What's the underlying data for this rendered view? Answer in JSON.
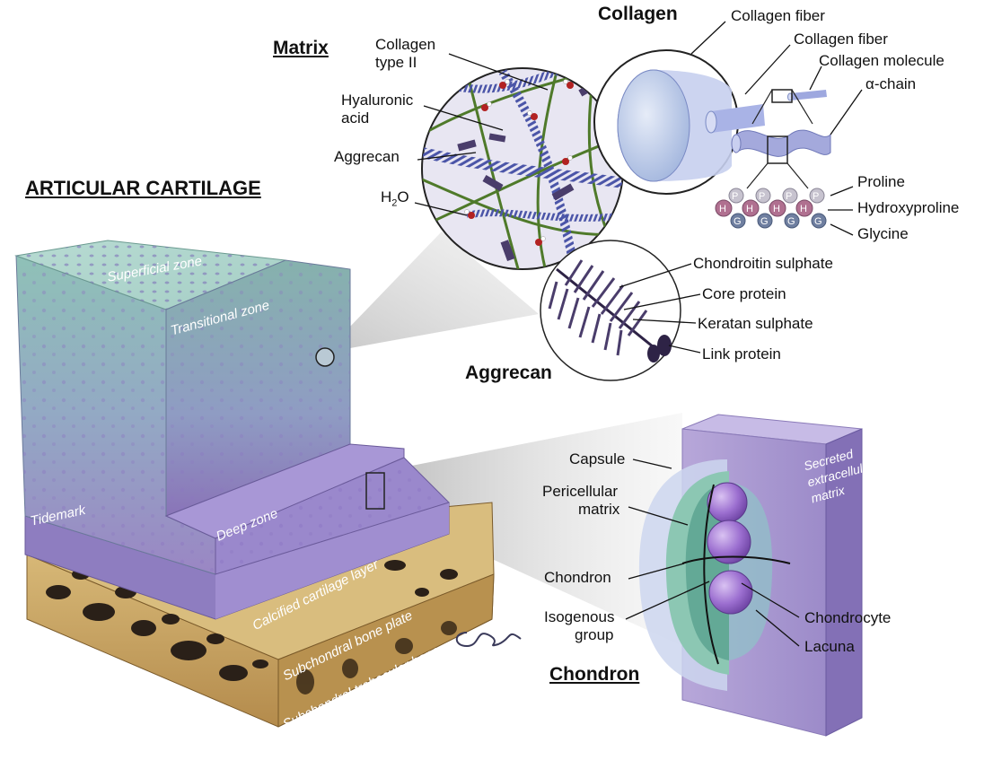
{
  "headings": {
    "articular_cartilage": "ARTICULAR CARTILAGE",
    "matrix": "Matrix",
    "collagen": "Collagen",
    "aggrecan": "Aggrecan",
    "chondron": "Chondron"
  },
  "zones": {
    "superficial": "Superficial zone",
    "transitional": "Transitional zone",
    "deep": "Deep zone",
    "tidemark": "Tidemark",
    "calcified": "Calcified cartilage layer",
    "subchondral_plate": "Subchondral bone plate",
    "subchondral_trabecular": "Subchondral trabecular bone"
  },
  "matrix_labels": {
    "collagen_type_ii_line1": "Collagen",
    "collagen_type_ii_line2": "type II",
    "hyaluronic_line1": "Hyaluronic",
    "hyaluronic_line2": "acid",
    "aggrecan": "Aggrecan",
    "h2o_h": "H",
    "h2o_sub": "2",
    "h2o_o": "O"
  },
  "collagen_labels": {
    "fiber1": "Collagen fiber",
    "fiber2": "Collagen fiber",
    "molecule": "Collagen molecule",
    "alpha_chain": "α-chain",
    "proline": "Proline",
    "hydroxyproline": "Hydroxyproline",
    "glycine": "Glycine",
    "bead_p": "P",
    "bead_h": "H",
    "bead_g": "G"
  },
  "aggrecan_labels": {
    "chondroitin": "Chondroitin sulphate",
    "core": "Core protein",
    "keratan": "Keratan sulphate",
    "link": "Link protein"
  },
  "chondron_labels": {
    "capsule": "Capsule",
    "pericellular_line1": "Pericellular",
    "pericellular_line2": "matrix",
    "chondron": "Chondron",
    "isogenous_line1": "Isogenous",
    "isogenous_line2": "group",
    "chondrocyte": "Chondrocyte",
    "lacuna": "Lacuna",
    "secreted_line1": "Secreted",
    "secreted_line2": "extracellular",
    "secreted_line3": "matrix"
  },
  "colors": {
    "cartilage_top": "#8fc1b7",
    "cartilage_bottom": "#9a86c4",
    "bone": "#c8a466",
    "fiber_blue": "#4b55a8",
    "hyaluronic_green": "#4f7a2a",
    "aggrecan_purple": "#4a3d6b",
    "chondrocyte": "#9c6fd0"
  }
}
